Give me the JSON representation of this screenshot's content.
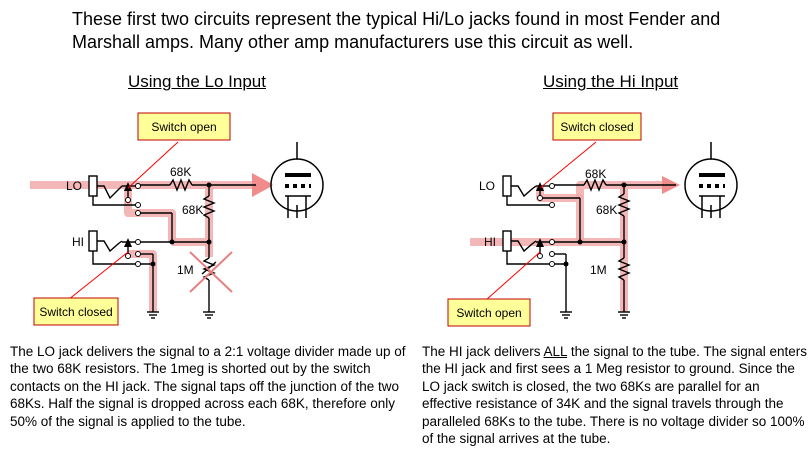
{
  "intro": "These first two circuits represent the typical Hi/Lo jacks found in most Fender and Marshall amps. Many other amp manufacturers use this circuit as well.",
  "colors": {
    "signal": "#f2aaaa",
    "signal_arrow": "#f08c8c",
    "callout_fill": "#ffff99",
    "callout_border": "#c00000",
    "callout_line": "#ff0000",
    "cross": "#e88080"
  },
  "left": {
    "caption": "Using the Lo Input",
    "callout_top": "Switch open",
    "callout_bottom": "Switch closed",
    "label_lo": "LO",
    "label_hi": "HI",
    "r_series": "68K",
    "r_shunt": "68K",
    "r_ground": "1M",
    "description": "The LO jack delivers the signal to a 2:1 voltage divider made up of the two 68K resistors. The 1meg is shorted out by the switch contacts on the HI jack. The signal taps off the junction of the two 68Ks. Half the signal is dropped across each 68K, therefore only 50% of the signal is applied to the tube."
  },
  "right": {
    "caption": "Using the Hi Input",
    "callout_top": "Switch closed",
    "callout_bottom": "Switch open",
    "label_lo": "LO",
    "label_hi": "HI",
    "r_series": "68K",
    "r_shunt": "68K",
    "r_ground": "1M",
    "description_pre": "The HI jack delivers ",
    "description_emph": "ALL",
    "description_post": " the signal to the tube. The signal enters the HI jack and first sees a 1 Meg resistor to ground. Since the LO jack switch is closed, the two 68Ks are parallel for an effective resistance of 34K and the signal travels through  the paralleled 68Ks to the tube. There is no voltage divider so 100% of the signal arrives at the tube."
  }
}
